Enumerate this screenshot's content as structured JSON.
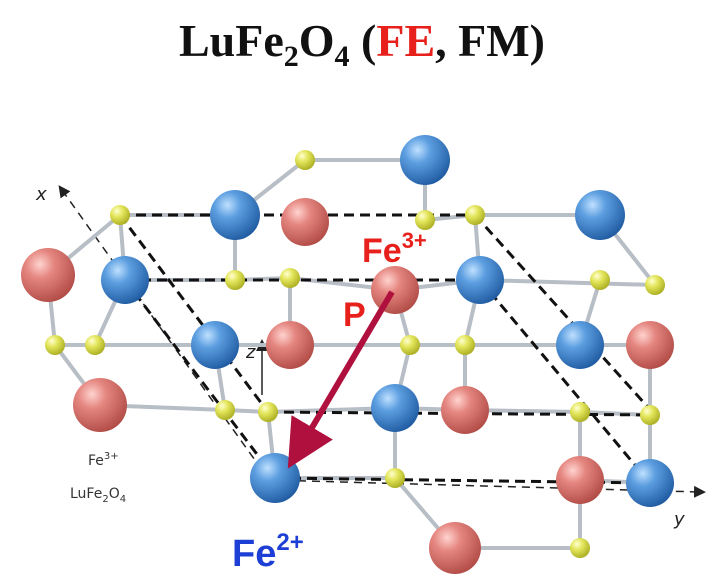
{
  "title": {
    "prefix": "LuFe",
    "sub1": "2",
    "mid": "O",
    "sub2": "4",
    "open": " (",
    "fe": "FE",
    "rest": ", FM)"
  },
  "axes": {
    "x": "x",
    "y": "y",
    "z": "z"
  },
  "annotations": {
    "fe3_big": {
      "base": "Fe",
      "sup": "3+"
    },
    "polarization": "P",
    "fe2_big": {
      "base": "Fe",
      "sup": "2+"
    },
    "small_fe3": {
      "base": "Fe",
      "sup": "3+"
    },
    "small_formula": {
      "a": "LuFe",
      "b": "2",
      "c": "O",
      "d": "4"
    }
  },
  "colors": {
    "fe_red": "#e8201c",
    "fe_blue": "#1e3fd6",
    "arrow": "#b0103e",
    "atom_blue": "#3f82c9",
    "atom_red": "#d96b66",
    "atom_yellow": "#d9dc45",
    "bond": "#b8bec6"
  }
}
